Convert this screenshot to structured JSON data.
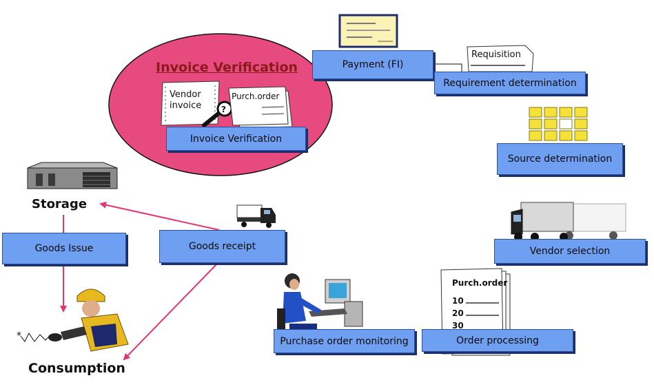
{
  "diagram": {
    "title": "Invoice Verification",
    "steps": {
      "payment": "Payment (FI)",
      "requirement": "Requirement determination",
      "source": "Source determination",
      "vendor_selection": "Vendor selection",
      "order_processing": "Order processing",
      "po_monitoring": "Purchase order monitoring",
      "goods_receipt": "Goods receipt",
      "goods_issue": "Goods Issue",
      "invoice_verification": "Invoice Verification"
    },
    "labels": {
      "storage": "Storage",
      "consumption": "Consumption"
    },
    "documents": {
      "requisition": "Requisition",
      "vendor_invoice_line1": "Vendor",
      "vendor_invoice_line2": "invoice",
      "purch_order_small": "Purch.order",
      "purch_order": "Purch.order",
      "po_line1": "10",
      "po_line2": "20",
      "po_line3": "30"
    },
    "colors": {
      "step_box": "#6f9ff0",
      "ellipse": "#e64a7f",
      "arrow": "#e6336f",
      "title": "#8b1a1a"
    }
  }
}
